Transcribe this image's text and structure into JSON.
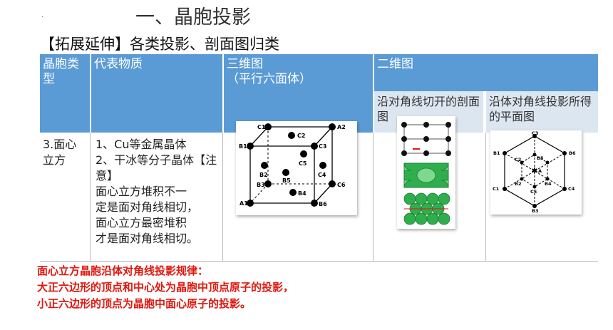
{
  "slide": {
    "title": "一、晶胞投影",
    "subtitle": "【拓展延伸】各类投影、剖面图归类"
  },
  "table": {
    "headers": {
      "cell_type": "晶胞类型",
      "representative": "代表物质",
      "three_d": "三维图",
      "three_d_sub": "（平行六面体）",
      "two_d": "二维图"
    },
    "subheaders": {
      "diagonal_cut": "沿对角线切开的剖面图",
      "body_diagonal_projection": "沿体对角线投影所得的平面图"
    },
    "row": {
      "cell_type": "3.面心立方",
      "lines": [
        "1、Cu等金属晶体",
        "2、干冰等分子晶体【注意】",
        "面心立方堆积不一",
        "定是面对角线相切，",
        "面心立方最密堆积",
        "才是面对角线相切。"
      ]
    }
  },
  "cube_labels": {
    "C1": "C1",
    "A2": "A2",
    "C2": "C2",
    "B1": "B1",
    "C3": "C3",
    "C5": "C5",
    "B2": "B2",
    "B5": "B5",
    "C4": "C4",
    "B3": "B3",
    "C6": "C6",
    "B4": "B4",
    "A1": "A1",
    "B6": "B6"
  },
  "hex_labels": {
    "C3": "C3",
    "B1": "B1",
    "C2": "C2",
    "B5": "B5",
    "B6": "B6",
    "A": "A",
    "C1": "C1",
    "B2": "B2",
    "C5": "C5",
    "B4": "B4",
    "C4": "C4",
    "B3": "B3"
  },
  "rule": {
    "lines": [
      "面心立方晶胞沿体对角线投影规律：",
      "大正六边形的顶点和中心处为晶胞中顶点原子的投影，",
      "小正六边形的顶点为晶胞中面心原子的投影。"
    ],
    "color": "#e0170f"
  },
  "colors": {
    "header": "#5b9bd5",
    "subheader": "#dce6f1",
    "sphere_green": "#2fae4e"
  }
}
